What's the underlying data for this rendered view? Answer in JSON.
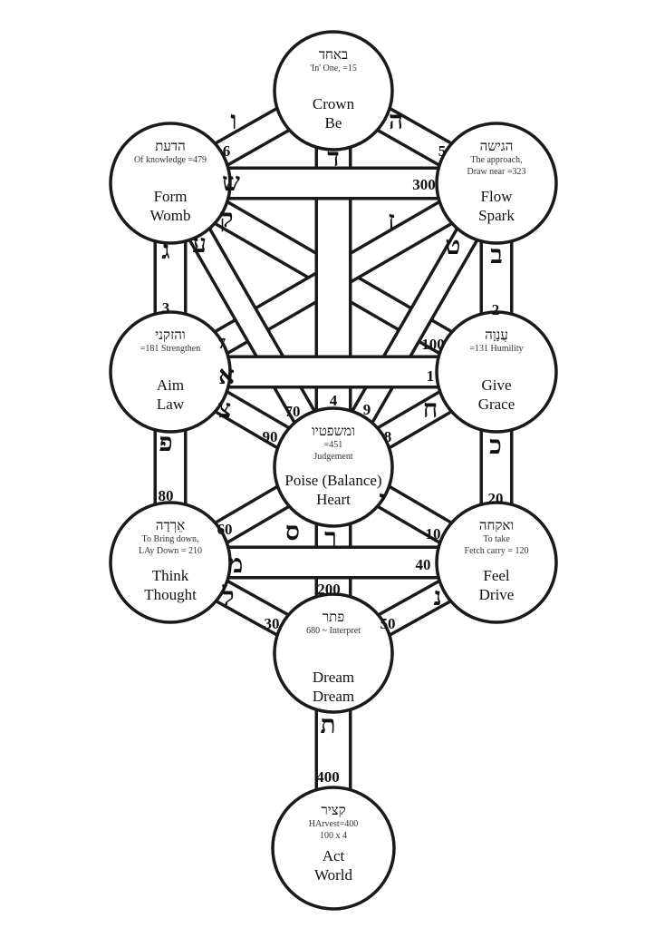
{
  "title": "Tree of Life",
  "colors": {
    "line": "#1a1a1a",
    "fill": "#ffffff"
  },
  "nodes": [
    {
      "id": "crown",
      "hebrew": "באחד",
      "sub": [
        "'In' One, =15"
      ],
      "names": [
        "Crown",
        "Be"
      ]
    },
    {
      "id": "form",
      "hebrew": "הדעת",
      "sub": [
        "Of knowledge =479"
      ],
      "names": [
        "Form",
        "Womb"
      ]
    },
    {
      "id": "flow",
      "hebrew": "הגישה",
      "sub": [
        "The approach,",
        "Draw near =323"
      ],
      "names": [
        "Flow",
        "Spark"
      ]
    },
    {
      "id": "aim",
      "hebrew": "והזקני",
      "sub": [
        "=181 Strengthen"
      ],
      "names": [
        "Aim",
        "Law"
      ]
    },
    {
      "id": "give",
      "hebrew": "עֲנָוָה",
      "sub": [
        "=131  Humility"
      ],
      "names": [
        "Give",
        "Grace"
      ]
    },
    {
      "id": "heart",
      "hebrew": "ומשפטיו",
      "sub": [
        "=451",
        "Judgement"
      ],
      "names": [
        "Poise (Balance)",
        "Heart"
      ]
    },
    {
      "id": "think",
      "hebrew": "אֵרְדָה",
      "sub": [
        "To Bring down,",
        "LAy Down = 210"
      ],
      "names": [
        "Think",
        "Thought"
      ]
    },
    {
      "id": "feel",
      "hebrew": "ואקחה",
      "sub": [
        "To take",
        "Fetch carry = 120"
      ],
      "names": [
        "Feel",
        "Drive"
      ]
    },
    {
      "id": "dream",
      "hebrew": "פתר",
      "sub": [
        "680 ~ Interpret"
      ],
      "names": [
        "Dream",
        "Dream"
      ]
    },
    {
      "id": "act",
      "hebrew": "קציר",
      "sub": [
        "HArvest=400",
        "100 x 4"
      ],
      "names": [
        "Act",
        "World"
      ]
    }
  ],
  "paths": [
    {
      "from": "form",
      "to": "give",
      "letter": "ק",
      "number": "100"
    },
    {
      "from": "flow",
      "to": "aim",
      "letter": "ז",
      "number": "7"
    },
    {
      "from": "form",
      "to": "heart",
      "letter": "ע",
      "number": "70"
    },
    {
      "from": "flow",
      "to": "heart",
      "letter": "ט",
      "number": "9"
    },
    {
      "from": "crown",
      "to": "form",
      "letter": "ו",
      "number": "6"
    },
    {
      "from": "crown",
      "to": "flow",
      "letter": "ה",
      "number": "5"
    },
    {
      "from": "aim",
      "to": "heart",
      "letter": "צ",
      "number": "90"
    },
    {
      "from": "give",
      "to": "heart",
      "letter": "ח",
      "number": "8"
    },
    {
      "from": "heart",
      "to": "think",
      "letter": "ס",
      "number": "60"
    },
    {
      "from": "heart",
      "to": "feel",
      "letter": "י",
      "number": "10"
    },
    {
      "from": "think",
      "to": "dream",
      "letter": "ל",
      "number": "30"
    },
    {
      "from": "feel",
      "to": "dream",
      "letter": "נ",
      "number": "50"
    },
    {
      "from": "form",
      "to": "aim",
      "letter": "ג",
      "number": "3"
    },
    {
      "from": "flow",
      "to": "give",
      "letter": "ב",
      "number": "2"
    },
    {
      "from": "aim",
      "to": "think",
      "letter": "פ",
      "number": "80"
    },
    {
      "from": "give",
      "to": "feel",
      "letter": "כ",
      "number": "20"
    },
    {
      "from": "crown",
      "to": "heart",
      "letter": "ד",
      "number": "4"
    },
    {
      "from": "heart",
      "to": "dream",
      "letter": "ר",
      "number": "200"
    },
    {
      "from": "dream",
      "to": "act",
      "letter": "ת",
      "number": "400"
    },
    {
      "from": "form",
      "to": "flow",
      "letter": "ש",
      "number": "300"
    },
    {
      "from": "aim",
      "to": "give",
      "letter": "א",
      "number": "1"
    },
    {
      "from": "think",
      "to": "feel",
      "letter": "מ",
      "number": "40"
    }
  ]
}
